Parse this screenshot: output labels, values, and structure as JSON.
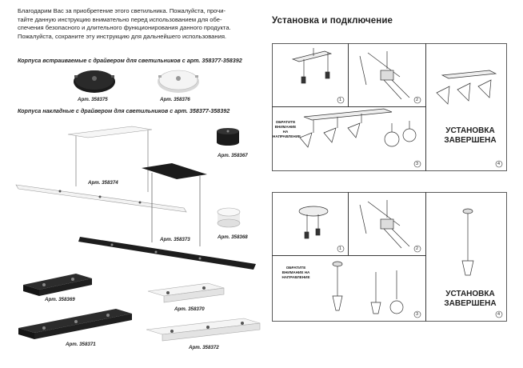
{
  "intro_lines": [
    "Благодарим Вас за приобретение этого светильника. Пожалуйста, прочи-",
    "тайте данную инструкцию внимательно перед использованием для обе-",
    "спечения безопасного и длительного функционирования данного продукта.",
    "Пожалуйста, сохраните эту инструкцию для дальнейшего использования."
  ],
  "section_embedded": "Корпуса встраиваемые с драйвером для светильников с арт. 358377-358392",
  "section_surface": "Корпуса накладные с драйвером для светильников с арт. 358377-358392",
  "articles": {
    "a358375": "Арт. 358375",
    "a358376": "Арт. 358376",
    "a358374": "Арт. 358374",
    "a358367": "Арт. 358367",
    "a358373": "Арт. 358373",
    "a358368": "Арт. 358368",
    "a358369": "Арт. 358369",
    "a358370": "Арт. 358370",
    "a358371": "Арт. 358371",
    "a358372": "Арт. 358372"
  },
  "right_title": "Установка и подключение",
  "steps": {
    "top": [
      "1",
      "2",
      "3",
      "4"
    ],
    "bottom": [
      "1",
      "2",
      "3",
      "4"
    ]
  },
  "done_line1": "УСТАНОВКА",
  "done_line2": "ЗАВЕРШЕНА",
  "note_lines": [
    "ОБРАТИТЕ",
    "ВНИМАНИЕ",
    "НА",
    "НАПРАВЛЕНИЕ"
  ],
  "note_bold_lines": [
    "ОБРАТИТЕ",
    "ВНИМАНИЕ НА",
    "НАПРАВЛЕНИЕ"
  ],
  "colors": {
    "black": "#1b1b1b",
    "white_fixture": "#f2f2f2",
    "line": "#333333"
  }
}
